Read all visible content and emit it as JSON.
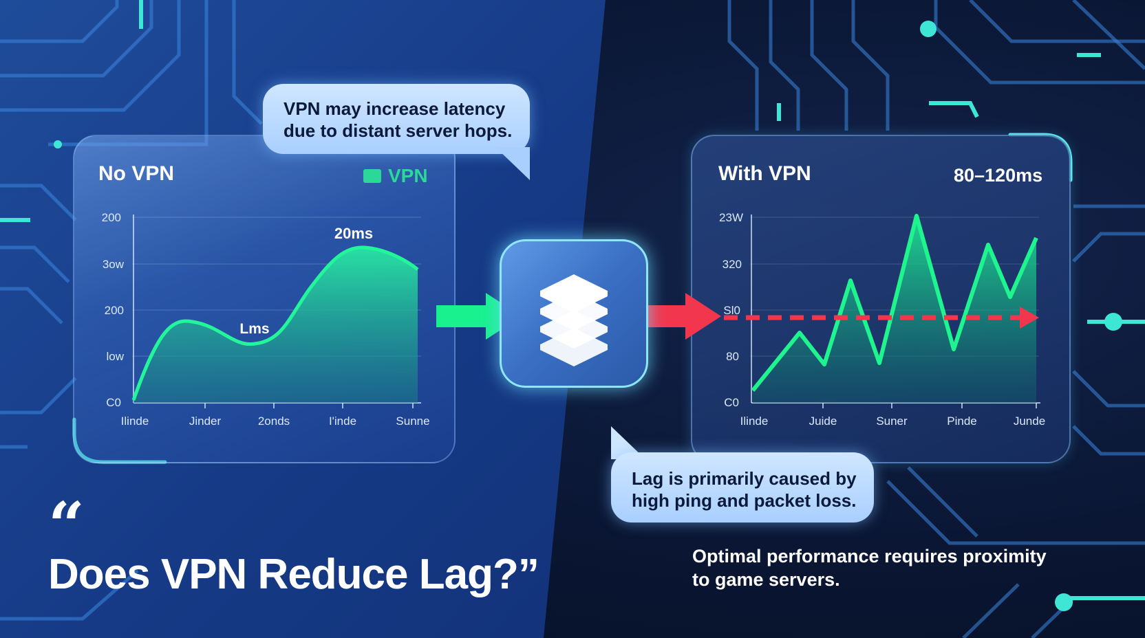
{
  "title": {
    "quote_mark": "“",
    "text": "Does VPN Reduce Lag?”"
  },
  "left_panel": {
    "title": "No VPN",
    "legend_label": "VPN",
    "legend_color": "#2bd89a",
    "y_ticks": [
      "200",
      "3ow",
      "200",
      "low",
      "C0"
    ],
    "x_ticks": [
      "Ilinde",
      "Jinder",
      "2onds",
      "I'inde",
      "Sunne"
    ],
    "annotations": {
      "peak": "20ms",
      "dip": "Lms"
    }
  },
  "right_panel": {
    "title": "With VPN",
    "latency_range": "80–120ms",
    "y_ticks": [
      "23W",
      "320",
      "Sl0",
      "80",
      "C0"
    ],
    "x_ticks": [
      "Ilinde",
      "Juide",
      "Suner",
      "Pinde",
      "Junde"
    ]
  },
  "bubbles": {
    "top": [
      "VPN may increase latency",
      "due to distant server hops."
    ],
    "bottom": [
      "Lag is primarily caused by",
      "high ping and packet loss."
    ]
  },
  "footnote": [
    "Optimal performance requires proximity",
    "to game servers."
  ],
  "colors": {
    "accent_green": "#19f08e",
    "accent_red": "#f2364e",
    "circuit_cyan": "#3ee6d6"
  },
  "icons": {
    "server": "server-stack-icon",
    "arrow_in": "arrow-right-icon",
    "arrow_out": "arrow-right-icon"
  }
}
